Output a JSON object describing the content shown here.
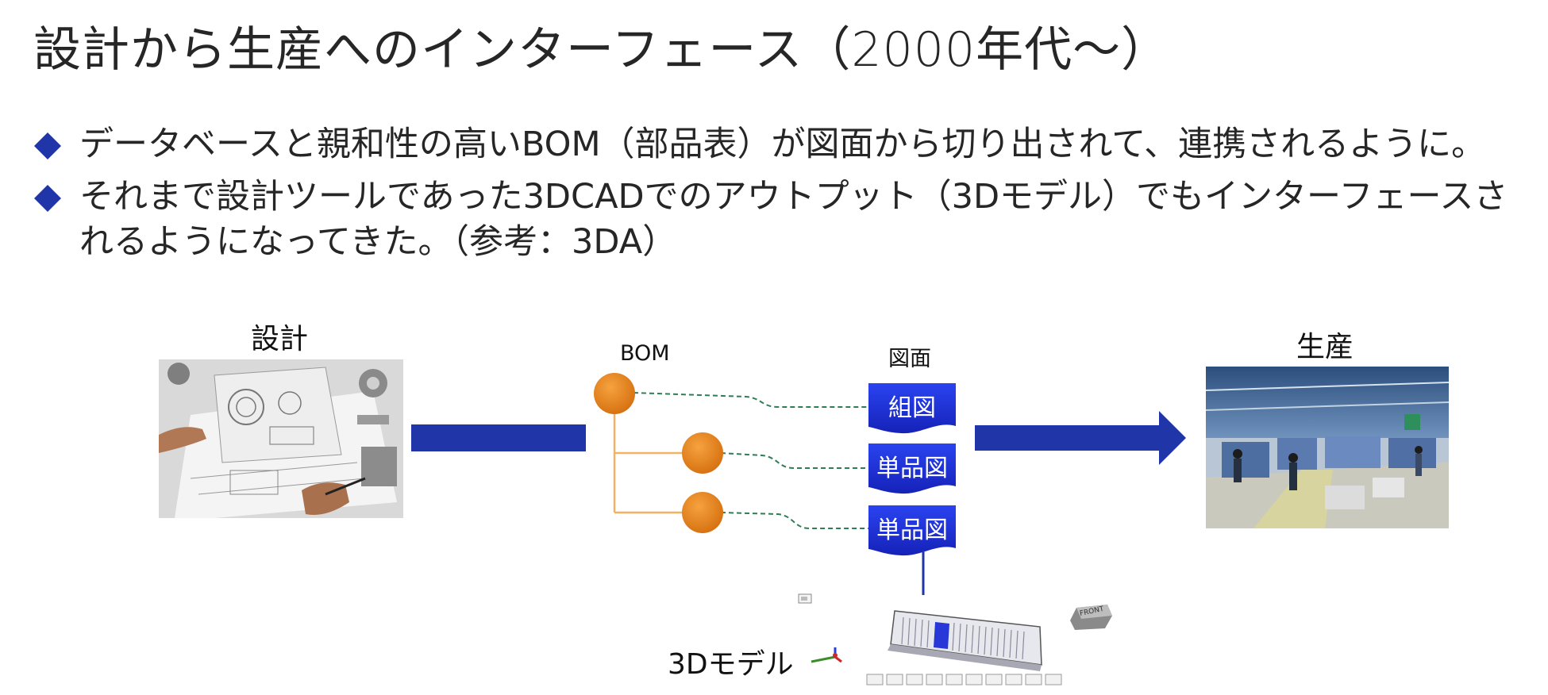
{
  "title": "設計から生産へのインターフェース（2000年代〜）",
  "bullets": [
    "データベースと親和性の高いBOM（部品表）が図面から切り出されて、連携されるように。",
    "それまで設計ツールであった3DCADでのアウトプット（3Dモデル）でもインターフェースさ",
    "れるようになってきた。（参考：3DA）"
  ],
  "diagram": {
    "design_label": "設計",
    "production_label": "生産",
    "bom_label": "BOM",
    "drawing_label": "図面",
    "model_label": "3Dモデル",
    "drawings": [
      "組図",
      "単品図",
      "単品図"
    ],
    "cube_label": "FRONT"
  },
  "colors": {
    "accent_blue": "#1f35a8",
    "bom_orange": "#e8831a",
    "connector_green": "#2f7d55",
    "tree_line": "#f2b266",
    "doc_blue": "#1a2fd8"
  }
}
